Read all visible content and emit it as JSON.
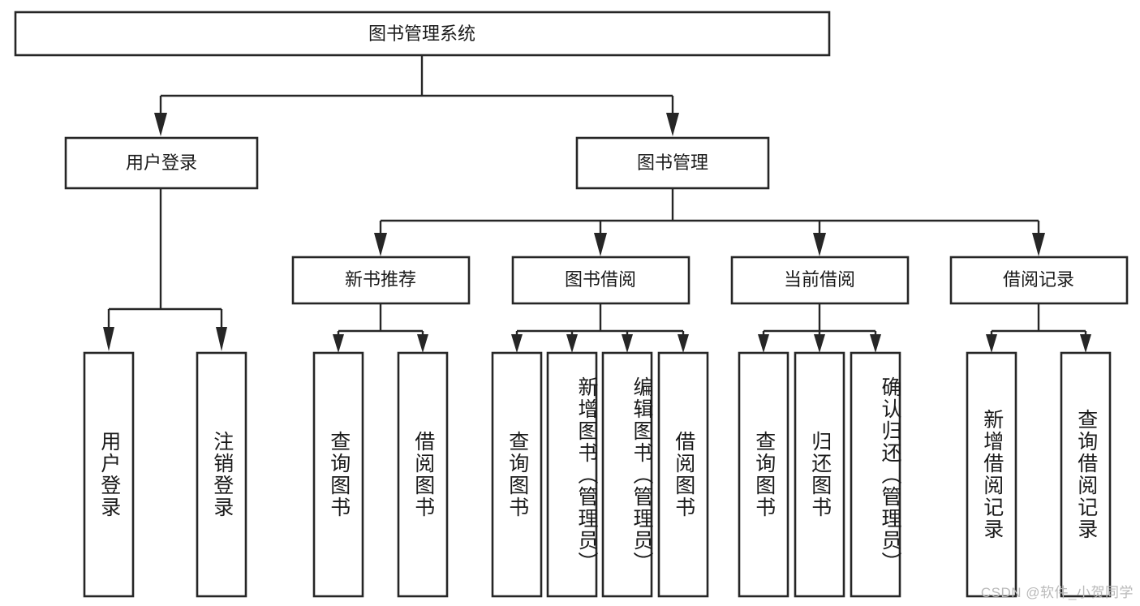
{
  "diagram": {
    "type": "hierarchy-tree",
    "title": "图书管理系统",
    "orientation": "top-down",
    "colors": {
      "box_stroke": "#262626",
      "box_fill": "#ffffff",
      "connector": "#262626",
      "text": "#1a1a1a",
      "watermark": "#b9b9b9"
    },
    "root": {
      "label": "图书管理系统"
    },
    "level2": [
      {
        "label": "用户登录"
      },
      {
        "label": "图书管理"
      }
    ],
    "level3": [
      {
        "label": "新书推荐"
      },
      {
        "label": "图书借阅"
      },
      {
        "label": "当前借阅"
      },
      {
        "label": "借阅记录"
      }
    ],
    "leaves": {
      "user_login": [
        {
          "label": "用户登录"
        },
        {
          "label": "注销登录"
        }
      ],
      "new_book_recommend": [
        {
          "label": "查询图书"
        },
        {
          "label": "借阅图书"
        }
      ],
      "book_borrow": [
        {
          "label": "查询图书"
        },
        {
          "label": "新增图书（管理员）"
        },
        {
          "label": "编辑图书（管理员）"
        },
        {
          "label": "借阅图书"
        }
      ],
      "current_borrow": [
        {
          "label": "查询图书"
        },
        {
          "label": "归还图书"
        },
        {
          "label": "确认归还（管理员）"
        }
      ],
      "borrow_record": [
        {
          "label": "新增借阅记录"
        },
        {
          "label": "查询借阅记录"
        }
      ]
    }
  },
  "watermark": {
    "text": "CSDN @软件_小贺同学"
  }
}
